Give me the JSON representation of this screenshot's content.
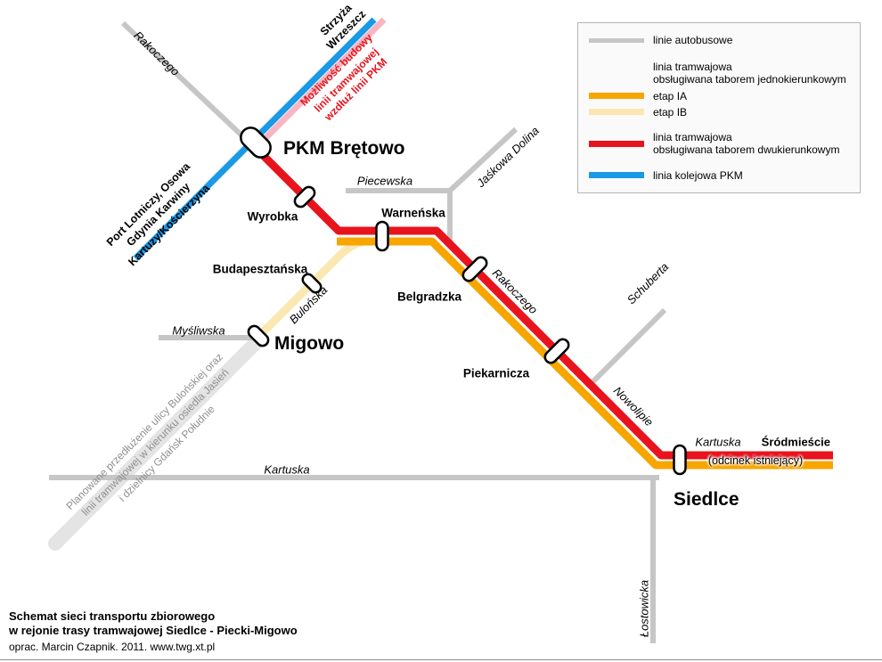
{
  "colors": {
    "red": "#e8131d",
    "orange": "#f7a600",
    "paleyellow": "#fbe7b0",
    "blue": "#1a99e6",
    "pink": "#f7b6c2",
    "busgray": "#c6c6c6",
    "bandgray": "#e4e4e4"
  },
  "legend": {
    "bus": "linie autobusowe",
    "tram_uni": [
      "linia tramwajowa",
      "obsługiwana taborem jednokierunkowym"
    ],
    "etap_ia": "etap IA",
    "etap_ib": "etap IB",
    "tram_bi": [
      "linia tramwajowa",
      "obsługiwana taborem dwukierunkowym"
    ],
    "pkm_rail": "linia kolejowa PKM"
  },
  "stations": {
    "pkm_bretowo": "PKM Brętowo",
    "wyrobka": "Wyrobka",
    "warnenska": "Warneńska",
    "budapesztanska": "Budapesztańska",
    "migowo": "Migowo",
    "belgradzka": "Belgradzka",
    "piekarnicza": "Piekarnicza",
    "siedlce": "Siedlce",
    "srodmiescie": "Śródmieście"
  },
  "streets": {
    "rakoczego_nw": "Rakoczego",
    "piecewska": "Piecewska",
    "jaskowa_dolina": "Jaśkowa Dolina",
    "rakoczego_se": "Rakoczego",
    "schuberta": "Schuberta",
    "nowolipie": "Nowolipie",
    "mysliwska": "Myśliwska",
    "bulonska": "Bulońska",
    "kartuska_w": "Kartuska",
    "kartuska_e": "Kartuska",
    "lostowicka": "Łostowicka"
  },
  "annotations": {
    "strzyza": [
      "Strzyża",
      "Wrzeszcz"
    ],
    "pkm_south": [
      "Port Lotniczy, Osowa",
      "Gdynia Karwiny",
      "Kartuzy/Kościerzyna"
    ],
    "mozliwosc": [
      "Możliwość budowy",
      "linii tramwajowej",
      "wzdłuż linii PKM"
    ],
    "planowane": [
      "Planowane przedłużenie ulicy Bulońskiej oraz",
      "linii tramwajowej w kierunku osiedla Jasień",
      "i dzielnicy Gdańsk Południe"
    ],
    "odcinek": "(odcinek istniejący)"
  },
  "footer": {
    "title": [
      "Schemat sieci transportu zbiorowego",
      "w rejonie trasy tramwajowej Siedlce - Piecki-Migowo"
    ],
    "credit": "oprac. Marcin Czapnik. 2011. www.twg.xt.pl"
  }
}
